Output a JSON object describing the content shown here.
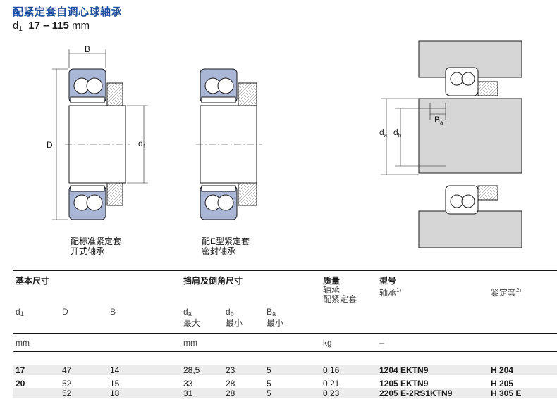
{
  "header": {
    "title": "配紧定套自调心球轴承",
    "size_prefix": "d",
    "size_sub": "1",
    "size_range": "17 – 115",
    "size_unit": "mm"
  },
  "drawings": {
    "labels": {
      "B": "B",
      "D": "D",
      "d1": "d",
      "d1_sub": "1",
      "da": "d",
      "da_sub": "a",
      "db": "d",
      "db_sub": "b",
      "Ba": "B",
      "Ba_sub": "a"
    },
    "caption_left": [
      "配标准紧定套",
      "开式轴承"
    ],
    "caption_right": [
      "配E型紧定套",
      "密封轴承"
    ]
  },
  "table": {
    "groups": {
      "basic": "基本尺寸",
      "abutment": "挡肩及倒角尺寸",
      "mass": "质量",
      "mass_sub1": "轴承",
      "mass_sub2": "配紧定套",
      "designation": "型号",
      "bearing": "轴承",
      "bearing_note": "1)",
      "sleeve": "紧定套",
      "sleeve_note": "2)"
    },
    "cols": {
      "d1": "d",
      "d1_sub": "1",
      "D": "D",
      "B": "B",
      "da": "d",
      "da_sub": "a",
      "da_q": "最大",
      "db": "d",
      "db_sub": "b",
      "db_q": "最小",
      "Ba": "B",
      "Ba_sub": "a",
      "Ba_q": "最小"
    },
    "units": {
      "mm1": "mm",
      "mm2": "mm",
      "kg": "kg",
      "dash": "–"
    },
    "rows": [
      {
        "d1": "17",
        "D": "47",
        "B": "14",
        "da": "28,5",
        "db": "23",
        "Ba": "5",
        "mass": "0,16",
        "bearing": "1204 EKTN9",
        "sleeve": "H 204"
      },
      {
        "d1": "20",
        "D": "52",
        "B": "15",
        "da": "33",
        "db": "28",
        "Ba": "5",
        "mass": "0,21",
        "bearing": "1205 EKTN9",
        "sleeve": "H 205"
      },
      {
        "d1": "",
        "D": "52",
        "B": "18",
        "da": "31",
        "db": "28",
        "Ba": "5",
        "mass": "0,23",
        "bearing": "2205 E-2RS1KTN9",
        "sleeve": "H 305 E"
      }
    ]
  },
  "colors": {
    "title": "#1f4e9c",
    "bearing_fill": "#aab6d6",
    "housing": "#d6d6d6"
  }
}
